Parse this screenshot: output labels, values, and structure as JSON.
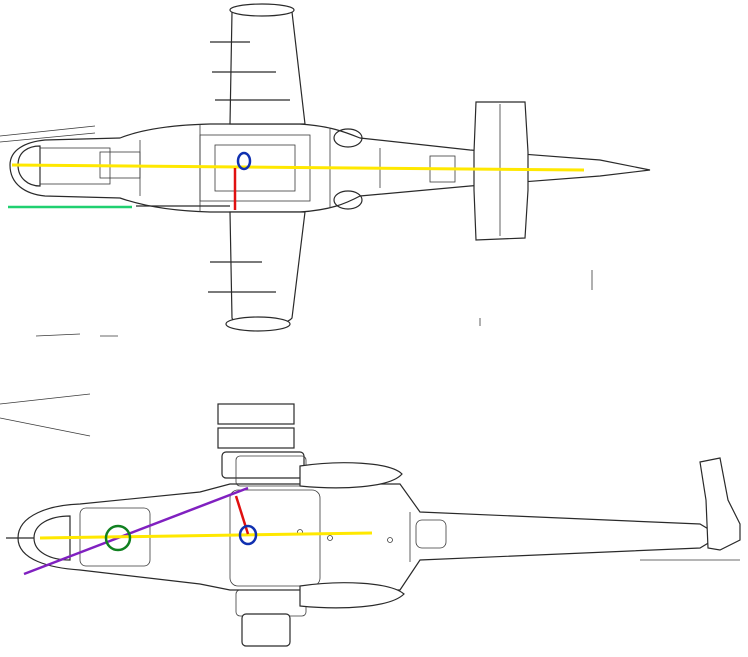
{
  "title": "",
  "views": [
    {
      "id": "top-view",
      "description_name": "helicopter-top-view-side-panel"
    },
    {
      "id": "bottom-view",
      "description_name": "helicopter-top-view-transport"
    }
  ],
  "colors": {
    "centerline": "#ffe800",
    "offset_marker": "#e01010",
    "rotor_hub_marker": "#1030b0",
    "reference_bar": "#20d070",
    "diagonal_marker": "#8020c0",
    "nose_marker": "#108020",
    "line_art": "#2a2a2a"
  }
}
